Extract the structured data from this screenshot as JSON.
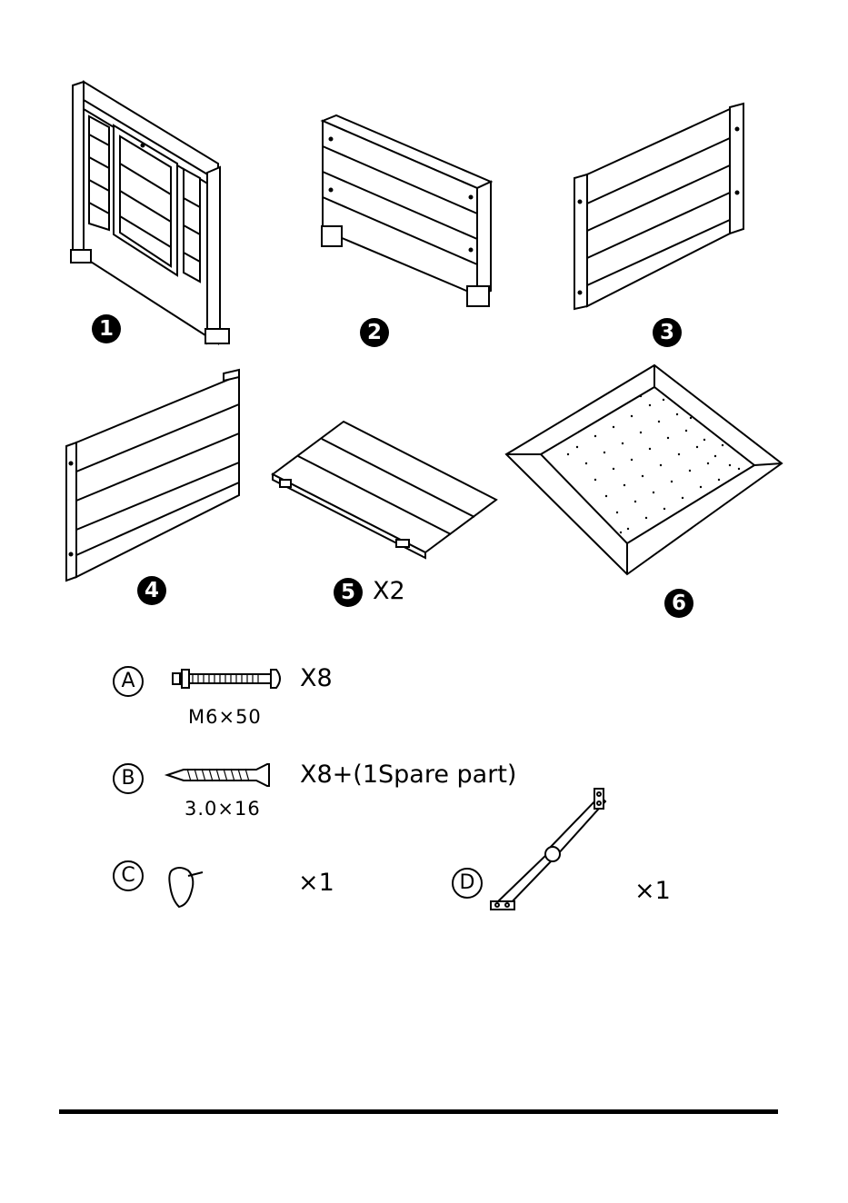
{
  "panels": [
    {
      "number": "1",
      "quantity": ""
    },
    {
      "number": "2",
      "quantity": ""
    },
    {
      "number": "3",
      "quantity": ""
    },
    {
      "number": "4",
      "quantity": ""
    },
    {
      "number": "5",
      "quantity": "X2"
    },
    {
      "number": "6",
      "quantity": ""
    }
  ],
  "hardware": [
    {
      "letter": "A",
      "quantity": "X8",
      "size": "M6×50"
    },
    {
      "letter": "B",
      "quantity": "X8+(1Spare part)",
      "size": "3.0×16"
    },
    {
      "letter": "C",
      "quantity": "×1",
      "size": ""
    },
    {
      "letter": "D",
      "quantity": "×1",
      "size": ""
    }
  ]
}
